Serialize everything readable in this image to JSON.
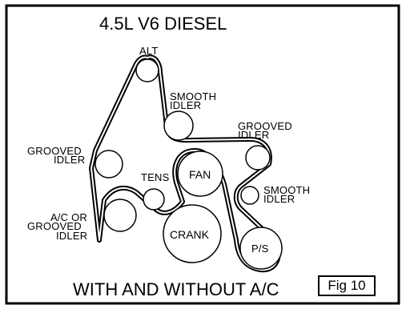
{
  "title": "4.5L V6 DIESEL",
  "caption": "WITH AND WITHOUT A/C",
  "figure_label": "Fig 10",
  "labels": {
    "alt": "ALT",
    "smooth_idler_top_1": "SMOOTH",
    "smooth_idler_top_2": "IDLER",
    "grooved_idler_right_1": "GROOVED",
    "grooved_idler_right_2": "IDLER",
    "grooved_idler_left_1": "GROOVED",
    "grooved_idler_left_2": "IDLER",
    "tens": "TENS",
    "fan": "FAN",
    "smooth_idler_right_1": "SMOOTH",
    "smooth_idler_right_2": "IDLER",
    "ac_1": "A/C OR",
    "ac_2": "GROOVED",
    "ac_3": "IDLER",
    "crank": "CRANK",
    "ps": "P/S"
  },
  "colors": {
    "ink": "#000000",
    "background": "#ffffff"
  }
}
